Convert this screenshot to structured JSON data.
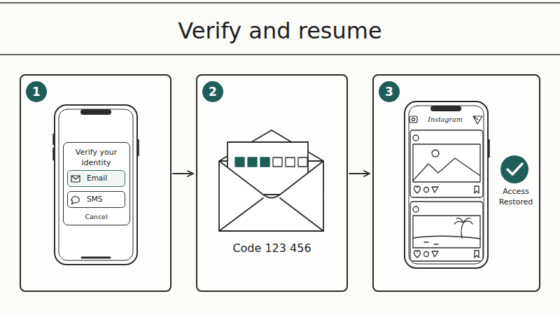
{
  "diagram": {
    "title": "Verify and resume",
    "nodes": [
      {
        "text": [
          "1"
        ]
      },
      {
        "text": [
          "Verify your identity",
          "Cancel"
        ],
        "in": 0
      },
      {
        "text": [
          "Email"
        ],
        "in": 1
      },
      {
        "text": [
          "SMS"
        ],
        "in": 1
      },
      {
        "text": [
          "2",
          "Code 123 456"
        ]
      },
      {
        "text": [
          "3"
        ]
      },
      {
        "text": [
          "Access Restored"
        ],
        "in": 5
      }
    ],
    "edges": [
      {
        "from": 0,
        "to": 4,
        "arrow": "to"
      },
      {
        "from": 4,
        "to": 5,
        "arrow": "to"
      }
    ],
    "labels": [
      "Instagram"
    ]
  }
}
